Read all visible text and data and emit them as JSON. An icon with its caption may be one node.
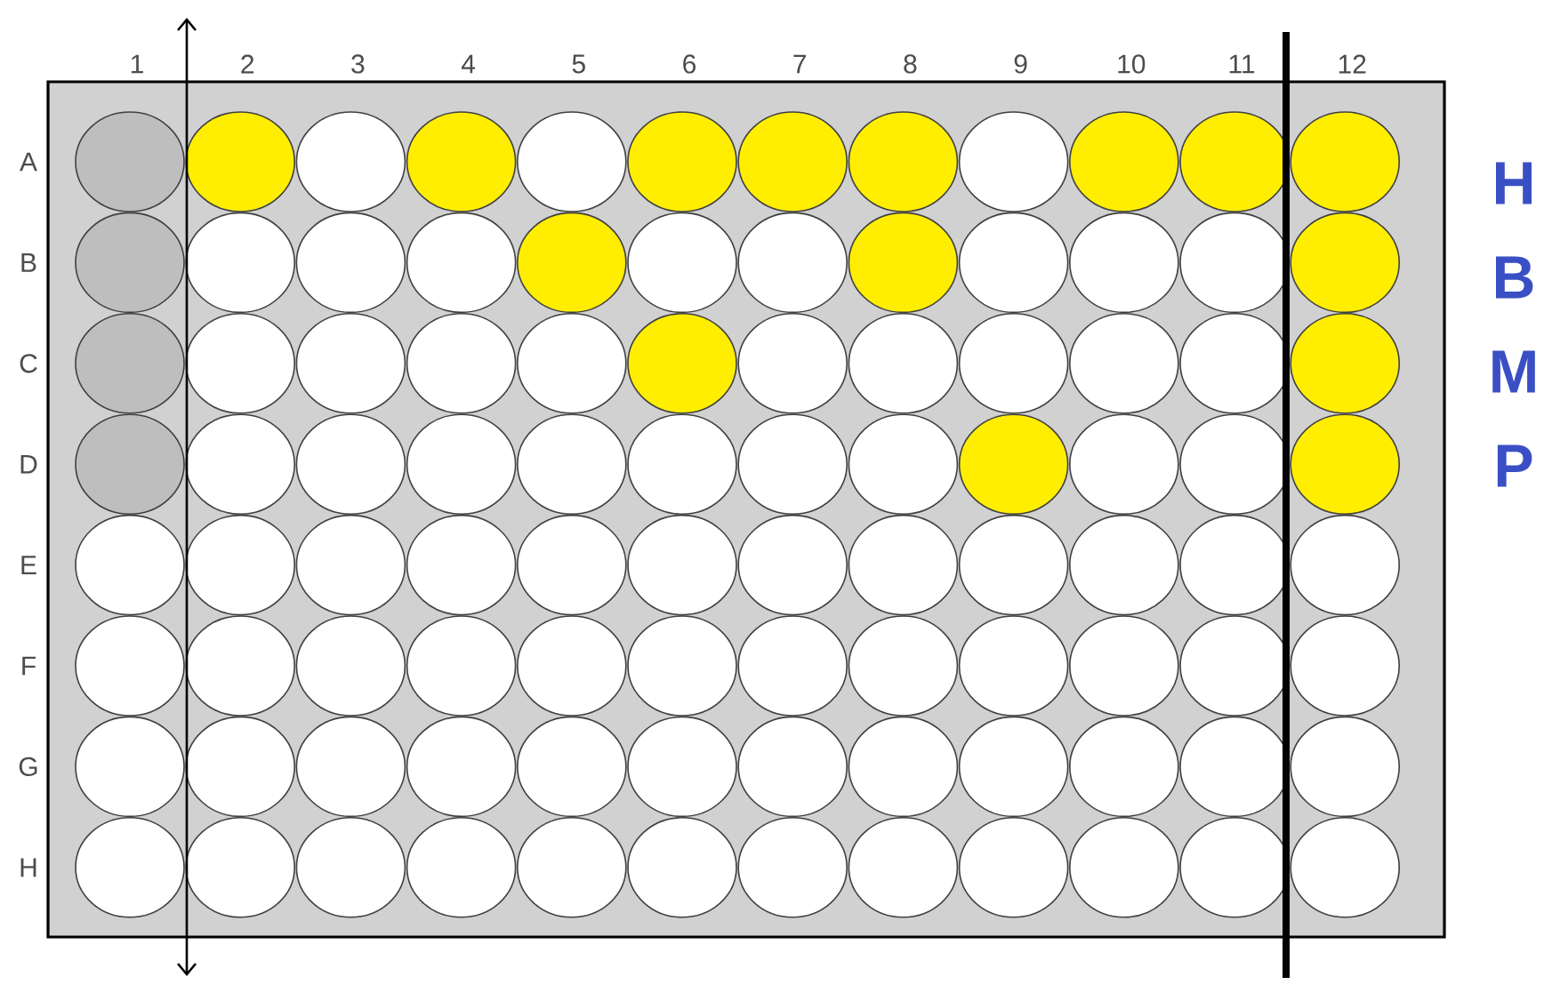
{
  "diagram": {
    "labels": [
      "1",
      "2",
      "3",
      "4",
      "5",
      "6",
      "7",
      "8",
      "9",
      "10",
      "11",
      "12",
      "A",
      "B",
      "C",
      "D",
      "E",
      "F",
      "G",
      "H",
      "H",
      "B",
      "M",
      "P"
    ]
  }
}
